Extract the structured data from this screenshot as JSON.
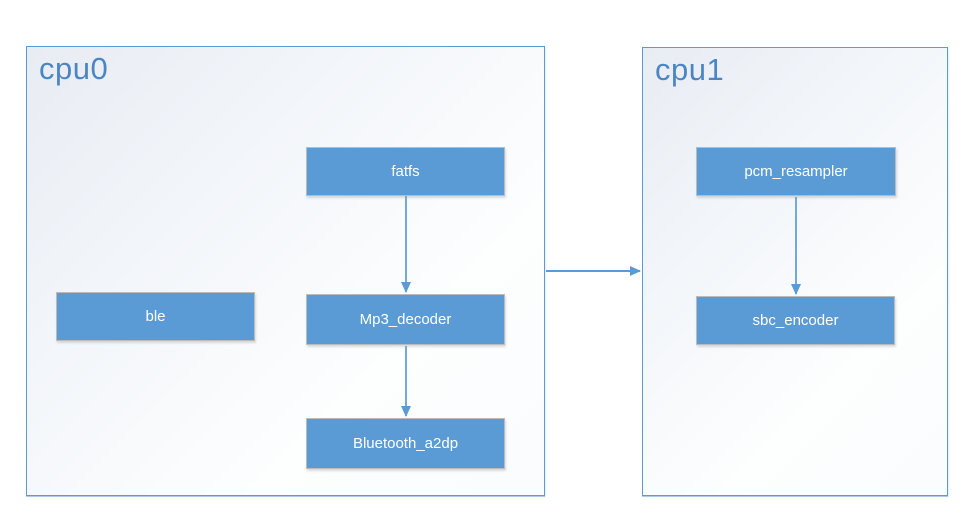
{
  "diagram": {
    "colors": {
      "node_fill": "#5b9bd5",
      "node_border": "#b9bcbe",
      "node_text": "#ffffff",
      "container_border": "#5b9bd5",
      "container_label": "#4b86c2",
      "container_bg_top_left": "#e8ecf3",
      "container_bg_bottom_right": "#fdfefe",
      "arrow": "#5b9bd5"
    },
    "containers": [
      {
        "id": "cpu0",
        "label": "cpu0",
        "nodes": [
          {
            "id": "fatfs",
            "label": "fatfs"
          },
          {
            "id": "ble",
            "label": "ble"
          },
          {
            "id": "mp3_decoder",
            "label": "Mp3_decoder"
          },
          {
            "id": "bluetooth_a2dp",
            "label": "Bluetooth_a2dp"
          }
        ]
      },
      {
        "id": "cpu1",
        "label": "cpu1",
        "nodes": [
          {
            "id": "pcm_resampler",
            "label": "pcm_resampler"
          },
          {
            "id": "sbc_encoder",
            "label": "sbc_encoder"
          }
        ]
      }
    ],
    "edges": [
      {
        "from": "fatfs",
        "to": "mp3_decoder",
        "direction": "down"
      },
      {
        "from": "mp3_decoder",
        "to": "bluetooth_a2dp",
        "direction": "down"
      },
      {
        "from": "pcm_resampler",
        "to": "sbc_encoder",
        "direction": "down"
      },
      {
        "from": "cpu0",
        "to": "cpu1",
        "direction": "right"
      }
    ]
  }
}
